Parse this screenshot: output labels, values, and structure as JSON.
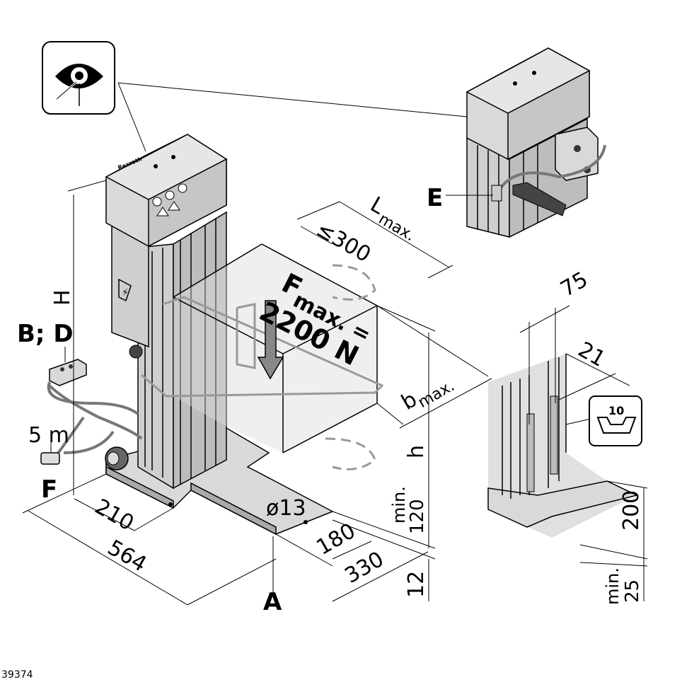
{
  "labels": {
    "callout_a": "A",
    "callout_bd": "B; D",
    "callout_e": "E",
    "callout_f": "F",
    "cable_length": "5 m",
    "force_line1": "F",
    "force_line1_sub": "max. =",
    "force_line2": "2200 N",
    "dim_lmax": "L",
    "dim_lmax_sub": "max.",
    "dim_300": "≤300",
    "dim_bmax": "b",
    "dim_bmax_sub": "max.",
    "dim_H": "H",
    "dim_h": "h",
    "dim_min120_a": "min.",
    "dim_min120_b": "120",
    "dim_210": "210",
    "dim_564": "564",
    "dim_180": "180",
    "dim_330": "330",
    "dim_12": "12",
    "dim_hole": "ø13",
    "dim_75": "75",
    "dim_21": "21",
    "dim_200": "200",
    "dim_min25_a": "min.",
    "dim_min25_b": "25",
    "icon_10": "10",
    "doc_number": "39374"
  }
}
